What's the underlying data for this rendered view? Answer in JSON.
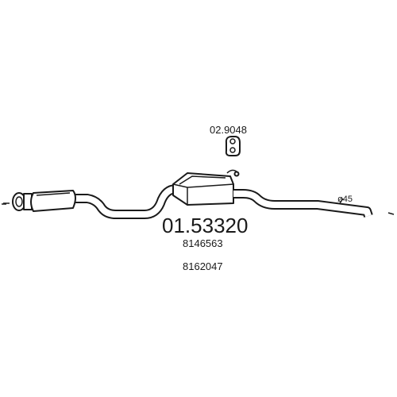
{
  "diagram": {
    "main_part_number": "01.53320",
    "oem_numbers": [
      "8146563",
      "8162047"
    ],
    "hanger_part_number": "02.9048",
    "pipe_diameter_label": "ø45",
    "colors": {
      "line": "#1a1a1a",
      "background": "#ffffff"
    }
  }
}
